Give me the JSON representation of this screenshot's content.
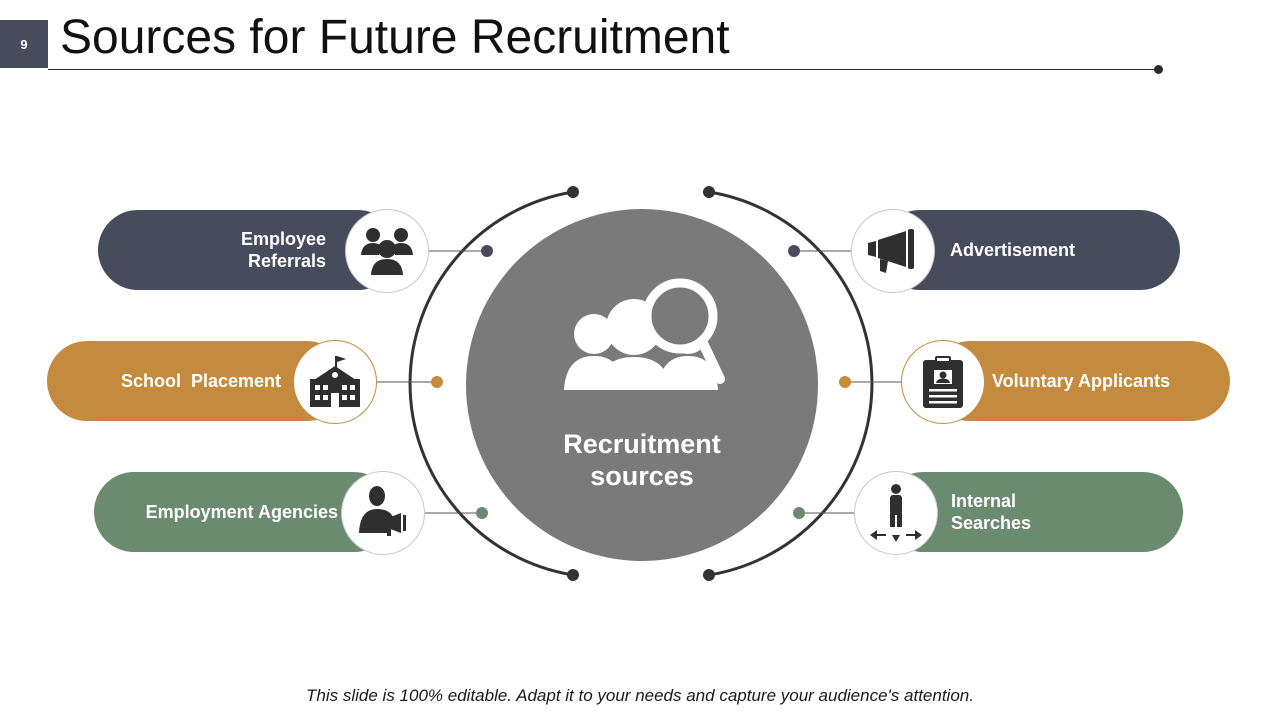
{
  "slide": {
    "number": "9",
    "title": "Sources for Future Recruitment",
    "footer": "This slide is 100% editable. Adapt it to your needs and capture your audience's attention."
  },
  "center": {
    "label": "Recruitment\nsources"
  },
  "sources_left": [
    {
      "label": "Employee\nReferrals",
      "icon": "people-group-icon",
      "color": "#474c5c"
    },
    {
      "label": "School  Placement",
      "icon": "school-building-icon",
      "color": "#c48a3e"
    },
    {
      "label": "Employment Agencies",
      "icon": "agent-megaphone-icon",
      "color": "#6a8b70"
    }
  ],
  "sources_right": [
    {
      "label": "Advertisement",
      "icon": "megaphone-icon",
      "color": "#474c5c"
    },
    {
      "label": "Voluntary Applicants",
      "icon": "clipboard-profile-icon",
      "color": "#c48a3e"
    },
    {
      "label": "Internal\nSearches",
      "icon": "person-arrows-icon",
      "color": "#6a8b70"
    }
  ],
  "colors": {
    "dark": "#474c5c",
    "gold": "#c48a3e",
    "green": "#6a8b70",
    "hub": "#7a7a7a",
    "line": "#333333"
  }
}
